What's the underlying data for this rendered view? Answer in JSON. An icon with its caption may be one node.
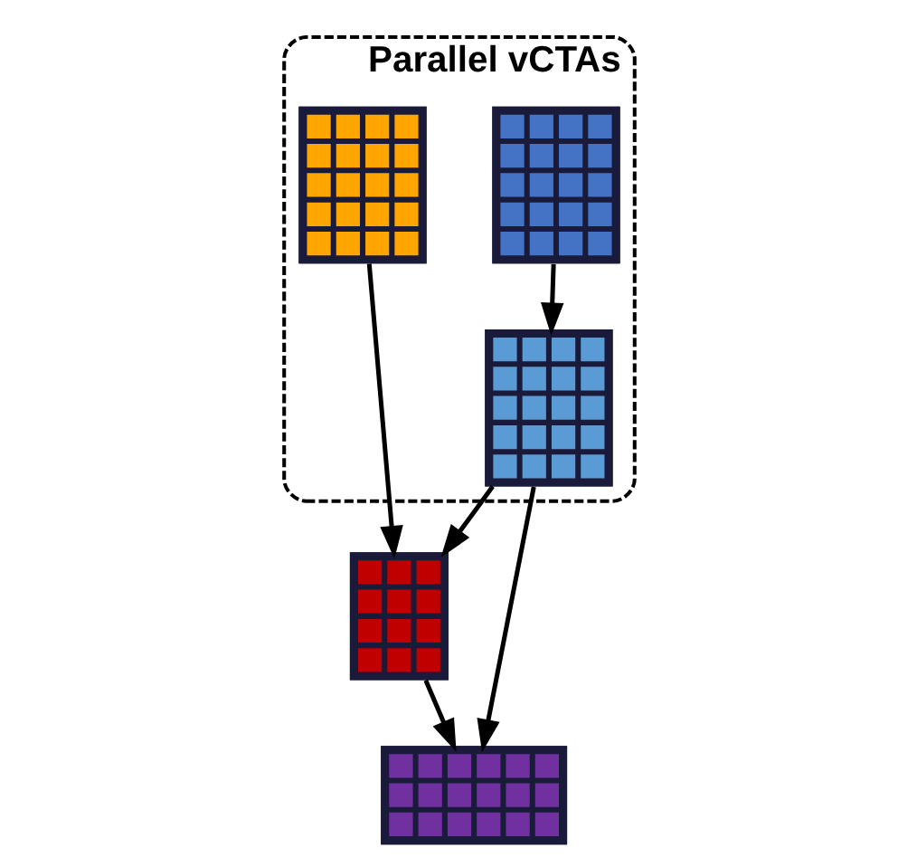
{
  "diagram": {
    "nodes": [
      {
        "text": [
          "Parallel vCTAs"
        ]
      },
      {
        "text": [],
        "shape": "box",
        "in": 0
      },
      {
        "text": [],
        "shape": "box",
        "in": 0
      },
      {
        "text": [],
        "shape": "box",
        "in": 0
      },
      {
        "text": [],
        "shape": "box"
      },
      {
        "text": [],
        "shape": "box"
      }
    ],
    "edges": [
      {
        "from": 2,
        "to": 3,
        "arrow": "to"
      },
      {
        "from": 1,
        "to": 4,
        "arrow": "to"
      },
      {
        "from": 3,
        "to": 4,
        "arrow": "to"
      },
      {
        "from": 4,
        "to": 5,
        "arrow": "to"
      },
      {
        "from": 3,
        "to": 5,
        "arrow": "to"
      }
    ]
  }
}
